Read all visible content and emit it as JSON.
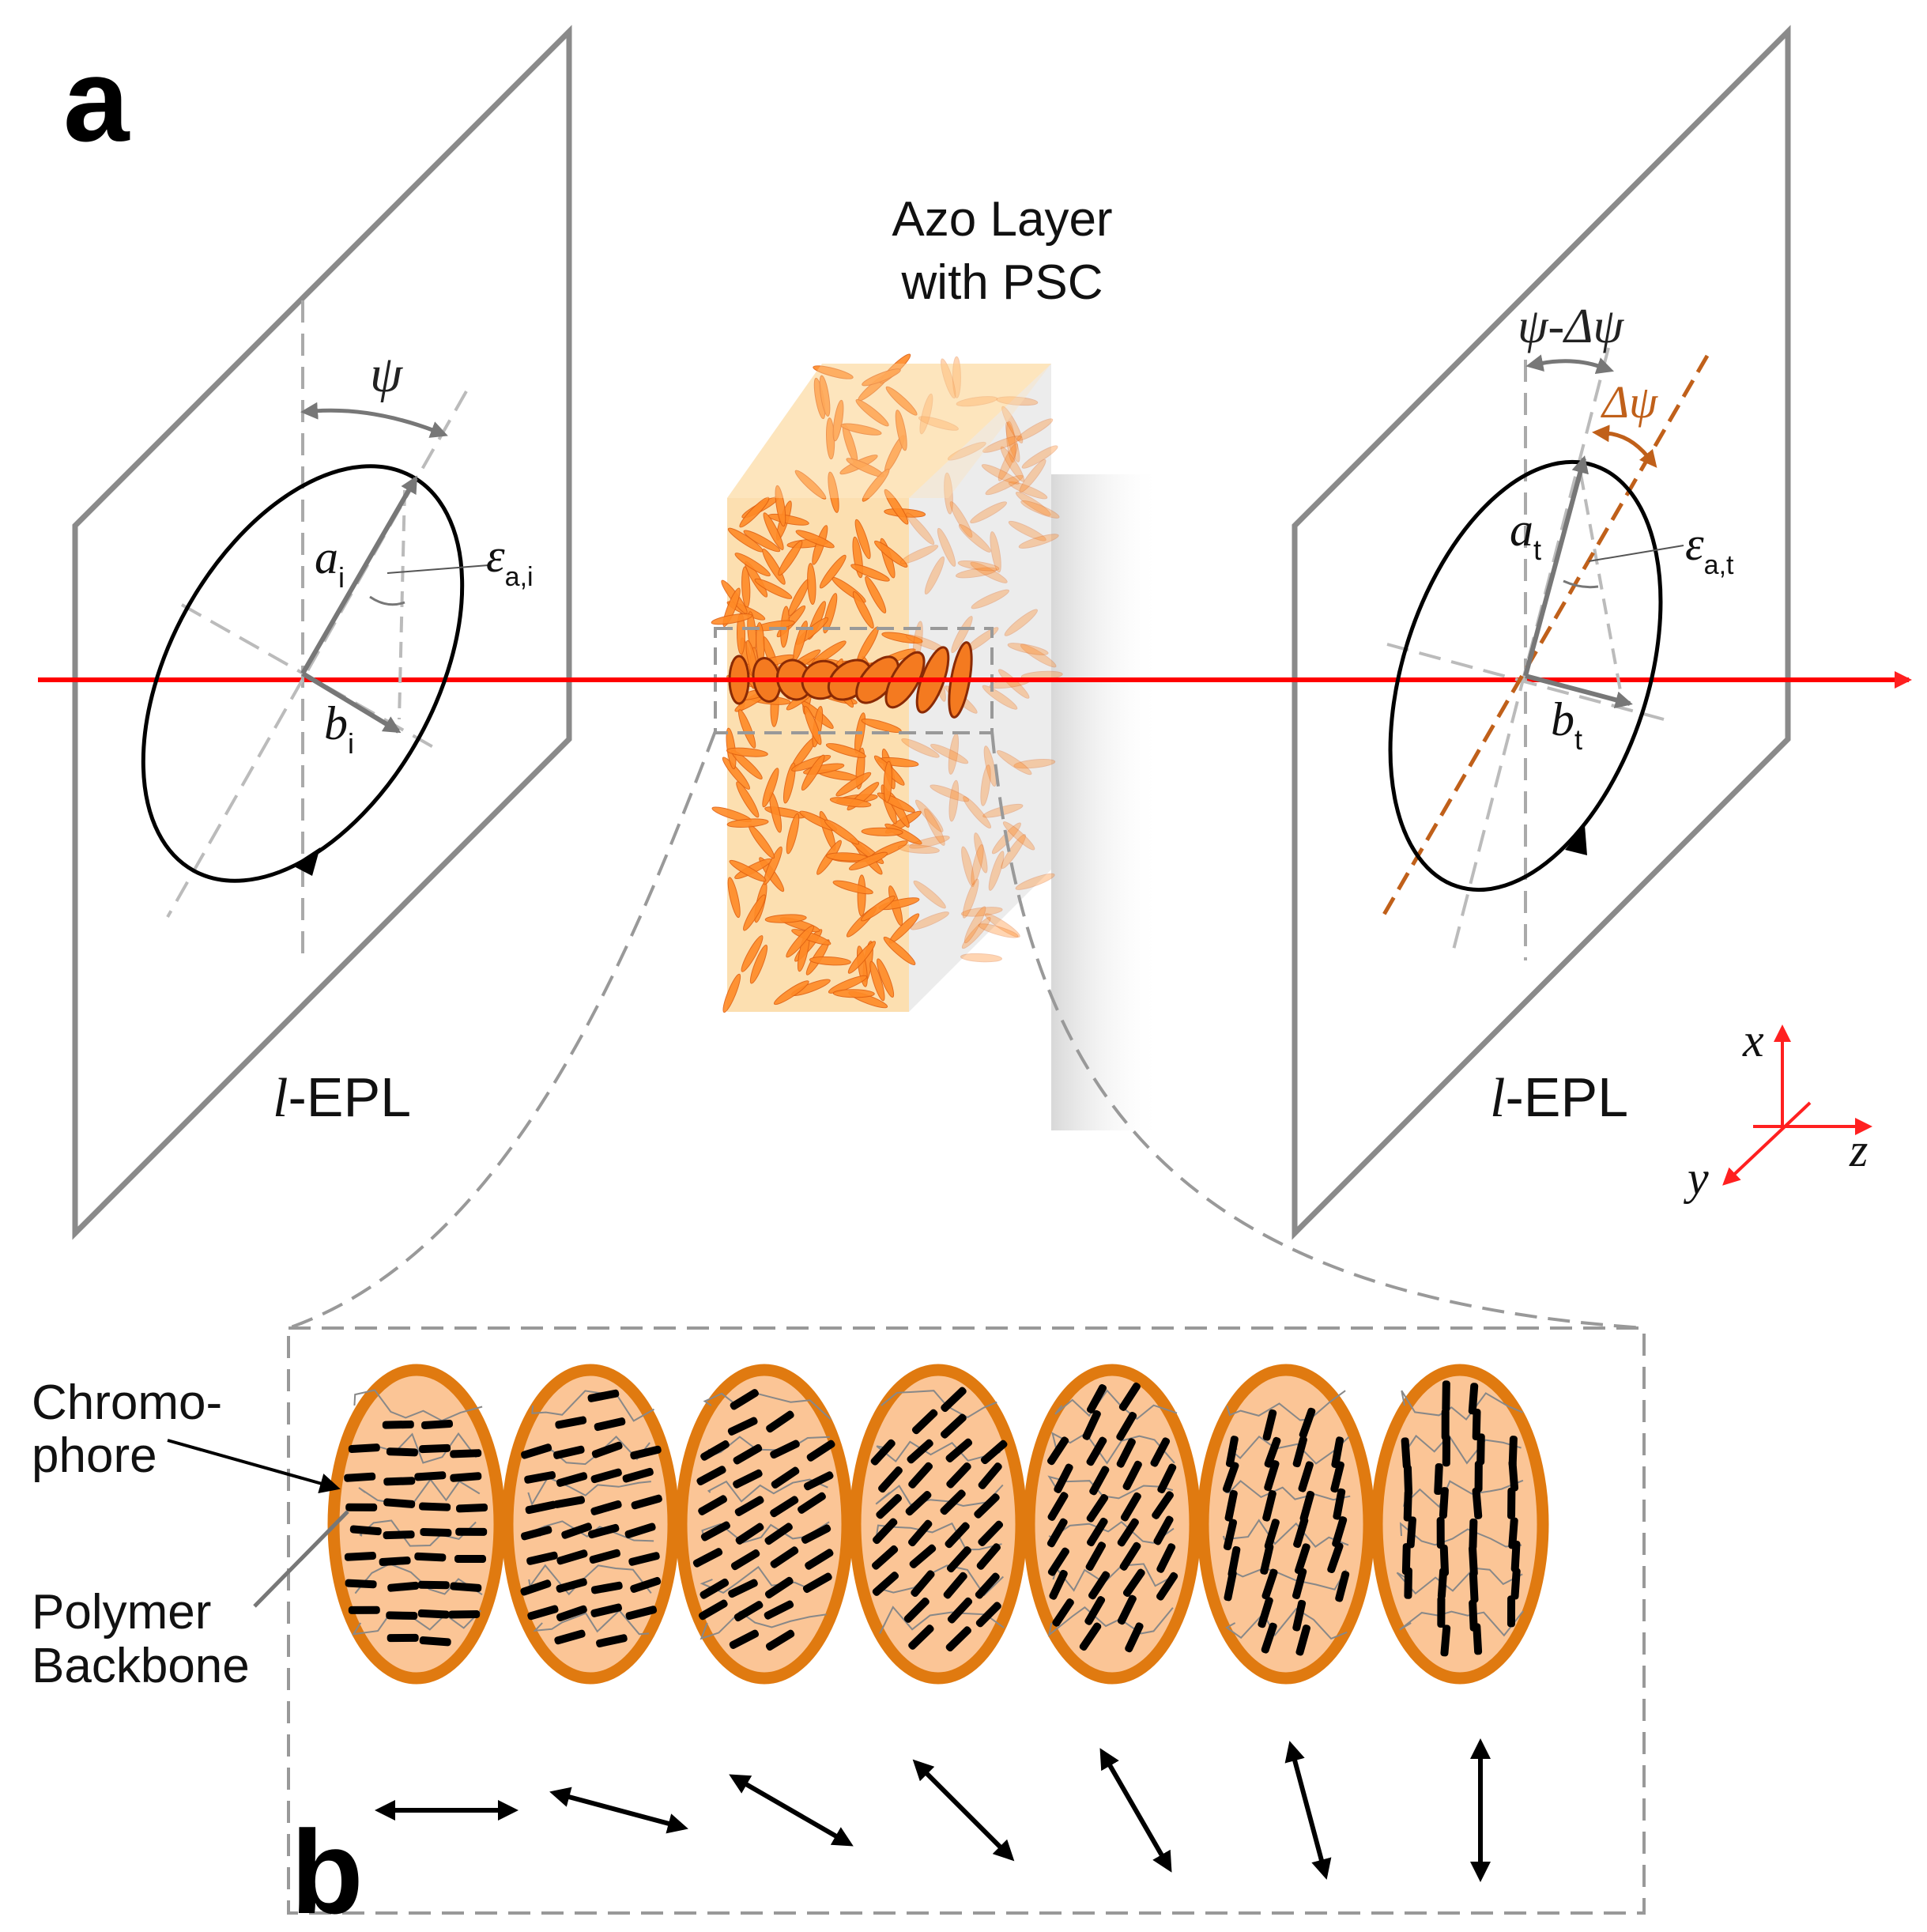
{
  "panel_a": {
    "label": "a",
    "azo_title_line1": "Azo Layer",
    "azo_title_line2": "with PSC",
    "left_plane": {
      "label_prefix": "l",
      "label_suffix": "-EPL",
      "psi": "ψ",
      "a_main": "a",
      "a_sub": "i",
      "b_main": "b",
      "b_sub": "i",
      "eps_main": "ε",
      "eps_sub": "a,i"
    },
    "right_plane": {
      "label_prefix": "l",
      "label_suffix": "-EPL",
      "psi_minus": "ψ-Δψ",
      "delta_psi": "Δψ",
      "a_main": "a",
      "a_sub": "t",
      "b_main": "b",
      "b_sub": "t",
      "eps_main": "ε",
      "eps_sub": "a,t"
    },
    "axes": {
      "x": "x",
      "y": "y",
      "z": "z"
    },
    "colors": {
      "beam": "#ff0000",
      "orange": "#e07a10",
      "brown": "#c0601a",
      "frame": "#8a8a8a"
    }
  },
  "panel_b": {
    "label": "b",
    "chromophore_line1": "Chromo-",
    "chromophore_line2": "phore",
    "polymer_line1": "Polymer",
    "polymer_line2": "Backbone",
    "slice_count": 7,
    "orientation_angles_deg": [
      0,
      15,
      30,
      45,
      60,
      75,
      90
    ],
    "colors": {
      "slice_fill": "#fbc596",
      "slice_rim": "#e07a10",
      "chromophore": "#000000",
      "backbone": "#888888"
    }
  }
}
